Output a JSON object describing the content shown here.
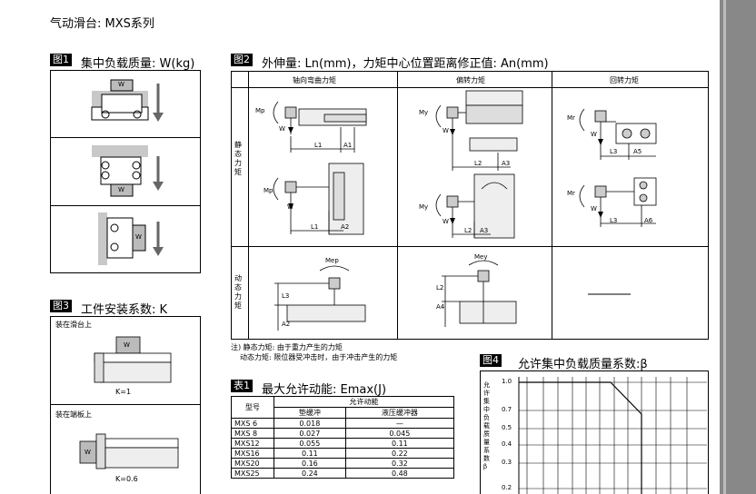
{
  "page_title": "气动滑台: MXS系列",
  "fig1": {
    "tag": "图1",
    "title": "集中负载质量: W(kg)",
    "label_w": "W"
  },
  "fig2": {
    "tag": "图2",
    "title": "外伸量: Ln(mm)，力矩中心位置距离修正值: An(mm)",
    "col_headers": [
      "轴向弯曲力矩",
      "偏转力矩",
      "回转力矩"
    ],
    "row_static": "静态力矩",
    "row_dynamic": "动态力矩",
    "labels": {
      "mp": "Mp",
      "my": "My",
      "mr": "Mr",
      "mep": "Mep",
      "mey": "Mey",
      "w": "W",
      "l1": "L1",
      "a1": "A1",
      "l2": "L2",
      "a2": "A2",
      "a3": "A3",
      "l3": "L3",
      "a5": "A5",
      "a6": "A6",
      "a4": "A4"
    },
    "dynamic_rotary": "—"
  },
  "note": {
    "line1": "注) 静态力矩: 由于重力产生的力矩",
    "line2": "动态力矩: 限位器受冲击时，由于冲击产生的力矩"
  },
  "fig3": {
    "tag": "图3",
    "title": "工件安装系数: K",
    "top_label": "装在滑台上",
    "top_k": "K=1",
    "bottom_label": "装在端板上",
    "bottom_k": "K=0.6",
    "w": "W"
  },
  "table1": {
    "tag": "表1",
    "title": "最大允许动能: Emax(J)",
    "col_model": "型号",
    "col_group": "允许动能",
    "col_a": "垫缓冲",
    "col_b": "液压缓冲器",
    "rows": [
      {
        "model": "MXS 6",
        "a": "0.018",
        "b": "—"
      },
      {
        "model": "MXS 8",
        "a": "0.027",
        "b": "0.045"
      },
      {
        "model": "MXS12",
        "a": "0.055",
        "b": "0.11"
      },
      {
        "model": "MXS16",
        "a": "0.11",
        "b": "0.22"
      },
      {
        "model": "MXS20",
        "a": "0.16",
        "b": "0.32"
      },
      {
        "model": "MXS25",
        "a": "0.24",
        "b": "0.48"
      }
    ]
  },
  "fig4": {
    "tag": "图4",
    "title": "允许集中负载质量系数:β",
    "ylabel": "允许集中负载质量系数 β",
    "yticks": [
      "1.0",
      "0.7",
      "0.5",
      "0.4",
      "0.3",
      "0.2"
    ]
  }
}
